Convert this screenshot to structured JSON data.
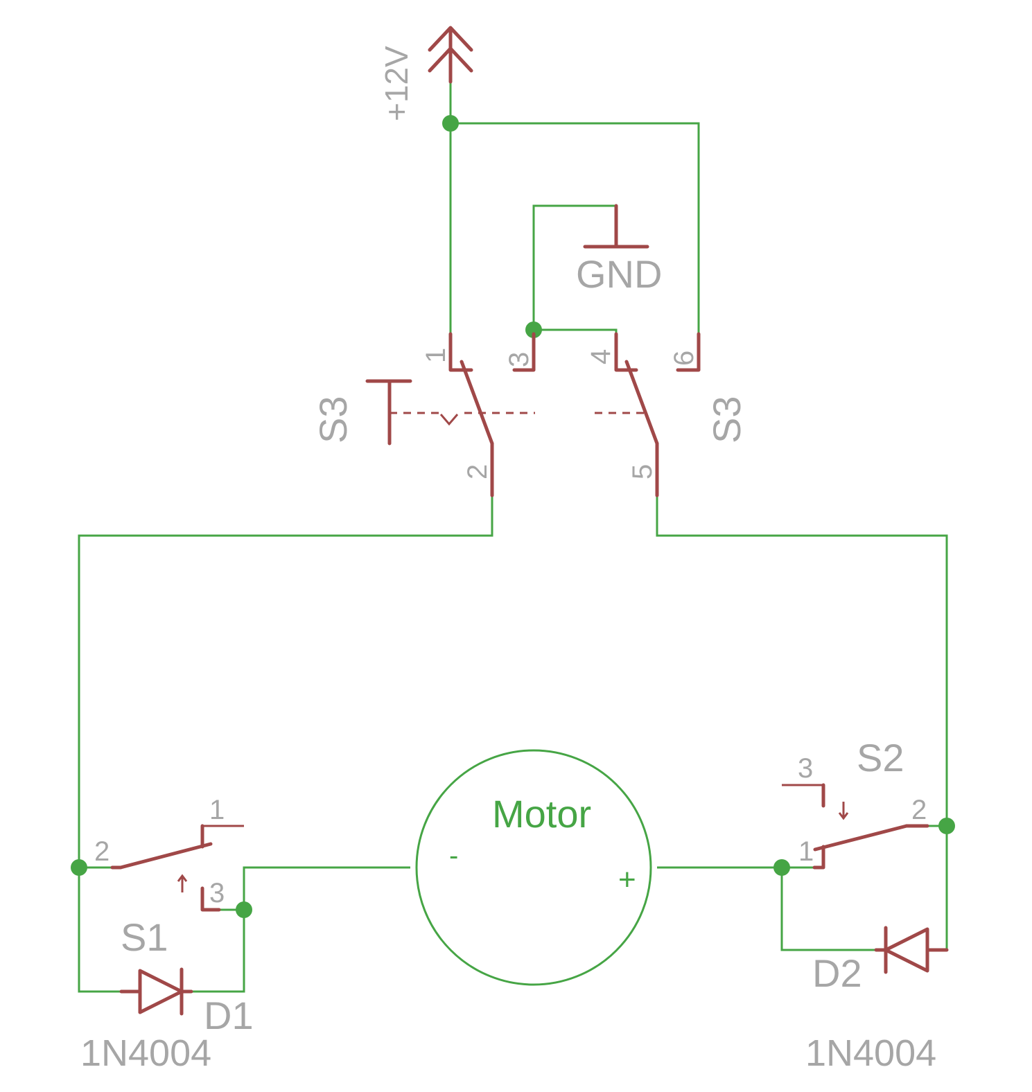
{
  "supply": {
    "label": "+12V"
  },
  "ground": {
    "label": "GND"
  },
  "switches": {
    "s3_left": {
      "name": "S3",
      "pins": [
        "1",
        "3",
        "2"
      ]
    },
    "s3_right": {
      "name": "S3",
      "pins": [
        "4",
        "6",
        "5"
      ]
    },
    "s1": {
      "name": "S1",
      "pins": [
        "1",
        "2",
        "3"
      ]
    },
    "s2": {
      "name": "S2",
      "pins": [
        "3",
        "2",
        "1"
      ]
    }
  },
  "motor": {
    "label": "Motor",
    "minus": "-",
    "plus": "+"
  },
  "diodes": {
    "d1": {
      "name": "D1",
      "value": "1N4004"
    },
    "d2": {
      "name": "D2",
      "value": "1N4004"
    }
  },
  "colors": {
    "wire": "#46a545",
    "part": "#a04848",
    "label": "#a6a6a6"
  }
}
